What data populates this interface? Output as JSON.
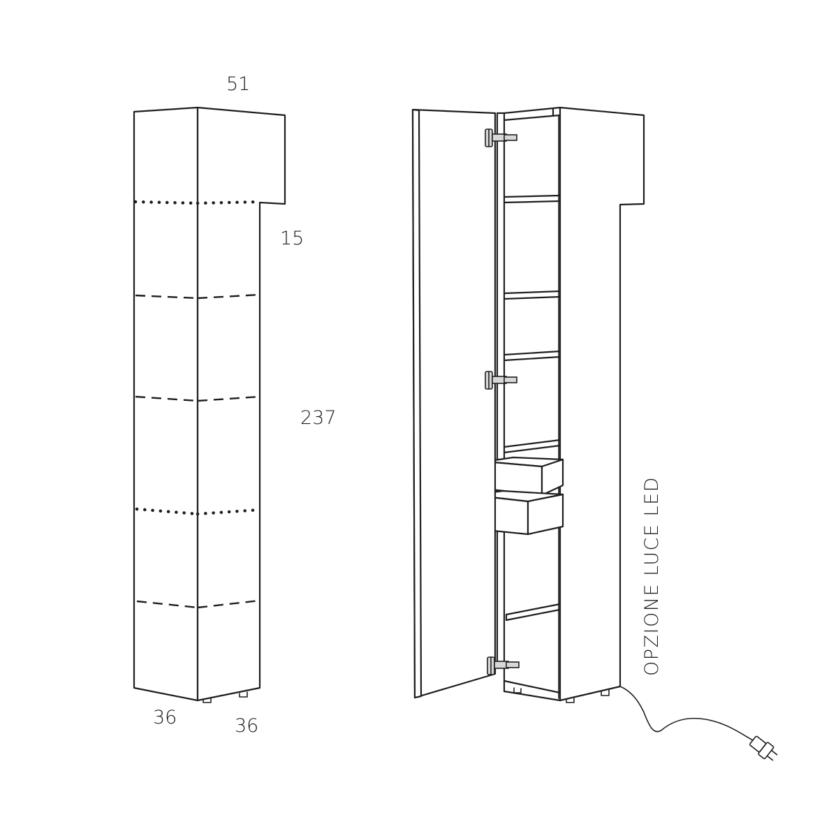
{
  "dimensions": {
    "width": "51",
    "top_height": "15",
    "total_height": "237",
    "depth_left": "36",
    "depth_right": "36"
  },
  "option_label": "OPZIONE LUCE LED",
  "colors": {
    "line": "#1e1e1e",
    "background": "#ffffff",
    "hinge_fill": "#d8d8d8"
  }
}
